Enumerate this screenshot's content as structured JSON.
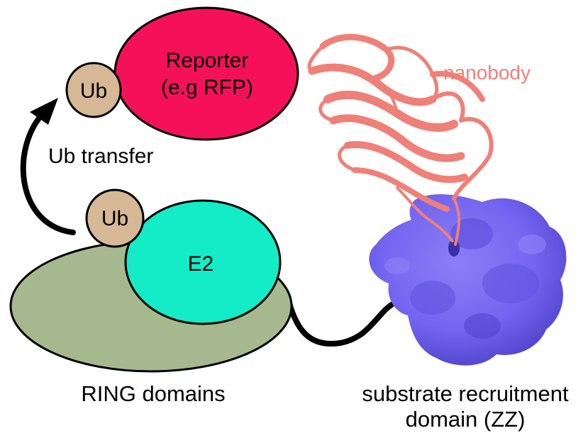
{
  "labels": {
    "reporter_line1": "Reporter",
    "reporter_line2": "(e.g RFP)",
    "ub_top": "Ub",
    "ub_bottom": "Ub",
    "nanobody": "nanobody",
    "ub_transfer": "Ub transfer",
    "e2": "E2",
    "ring_domains": "RING domains",
    "substrate_line1": "substrate recruitment",
    "substrate_line2": "domain (ZZ)"
  },
  "colors": {
    "reporter": "#f5115a",
    "ub": "#d7b896",
    "e2": "#13ecc6",
    "ring": "#a6b98e",
    "zz_surface": "#7465f0",
    "nanobody": "#ef8078",
    "outline": "#000000"
  }
}
